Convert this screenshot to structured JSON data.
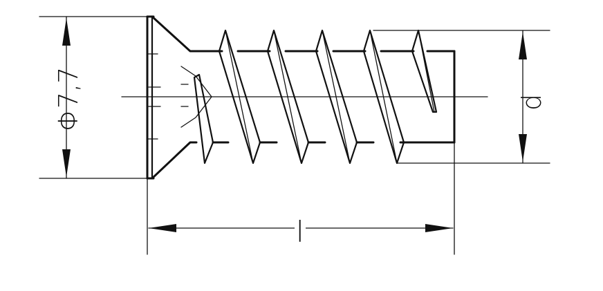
{
  "drawing": {
    "diameter_label": "Φ7,7",
    "thread_label": "d",
    "length_label": "l"
  }
}
